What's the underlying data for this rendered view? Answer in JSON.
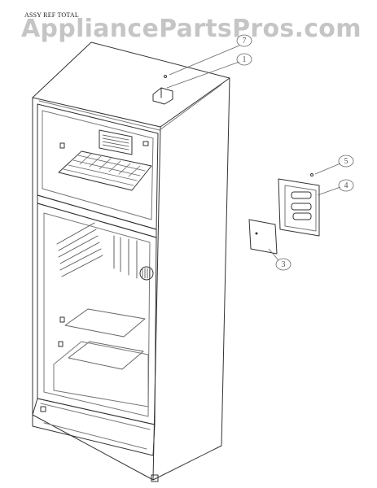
{
  "diagram": {
    "title": "ASSY REF TOTAL",
    "watermark": "AppliancePartsPros.com",
    "callouts": [
      "7",
      "1",
      "5",
      "4",
      "3"
    ]
  },
  "colors": {
    "line": "#333333",
    "light_line": "#777777",
    "callout": "#666666",
    "watermark": "#969696"
  }
}
